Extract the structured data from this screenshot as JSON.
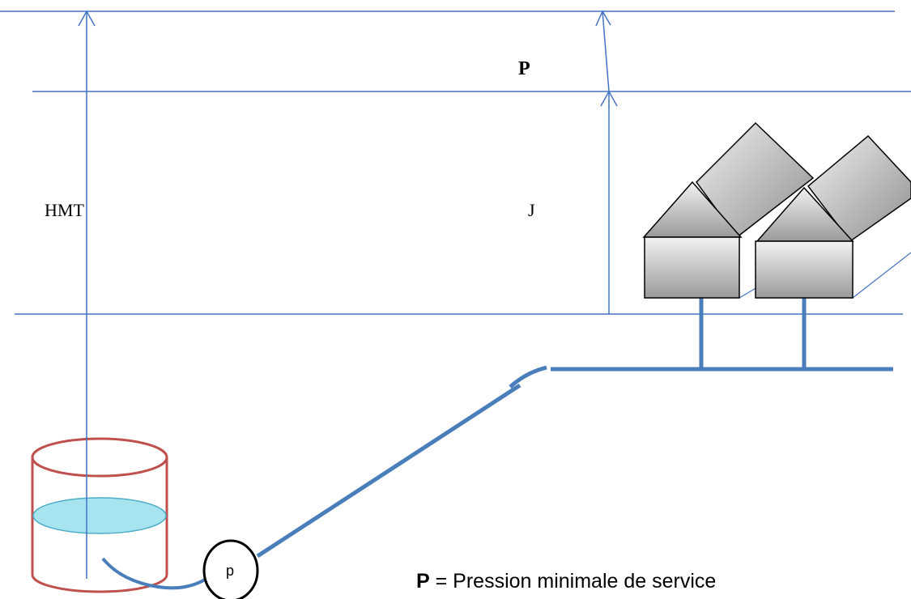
{
  "labels": {
    "hmt": "HMT",
    "j": "J",
    "p_top": "P",
    "pump": "p"
  },
  "legend": {
    "symbol": "P",
    "text": " = Pression minimale de service"
  },
  "colors": {
    "line": "#4472c4",
    "pipe": "#4a7ebb",
    "tank": "#c0504d",
    "water": "#a8e4f0",
    "house_stroke": "#000000"
  }
}
